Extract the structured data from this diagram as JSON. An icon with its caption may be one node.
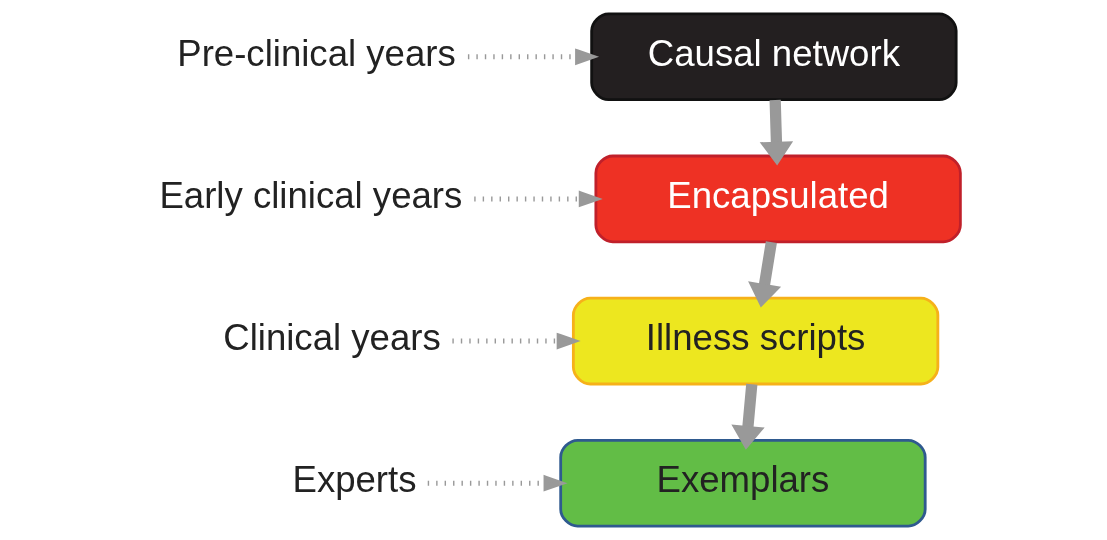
{
  "diagram": {
    "nodes": [
      {
        "text": [
          "Pre-clinical years"
        ]
      },
      {
        "text": [
          "Causal network"
        ]
      },
      {
        "text": [
          "Early clinical years"
        ]
      },
      {
        "text": [
          "Encapsulated"
        ]
      },
      {
        "text": [
          "Clinical years"
        ]
      },
      {
        "text": [
          "Illness scripts"
        ]
      },
      {
        "text": [
          "Experts"
        ]
      },
      {
        "text": [
          "Exemplars"
        ]
      }
    ],
    "edges": [
      {
        "from": 0,
        "to": 1,
        "arrow": "to",
        "style": "dashed"
      },
      {
        "from": 2,
        "to": 3,
        "arrow": "to",
        "style": "dashed"
      },
      {
        "from": 4,
        "to": 5,
        "arrow": "to",
        "style": "dashed"
      },
      {
        "from": 6,
        "to": 7,
        "arrow": "to",
        "style": "dashed"
      },
      {
        "from": 1,
        "to": 3,
        "arrow": "to",
        "style": "thick"
      },
      {
        "from": 3,
        "to": 5,
        "arrow": "to",
        "style": "thick"
      },
      {
        "from": 5,
        "to": 7,
        "arrow": "to",
        "style": "thick"
      }
    ]
  }
}
